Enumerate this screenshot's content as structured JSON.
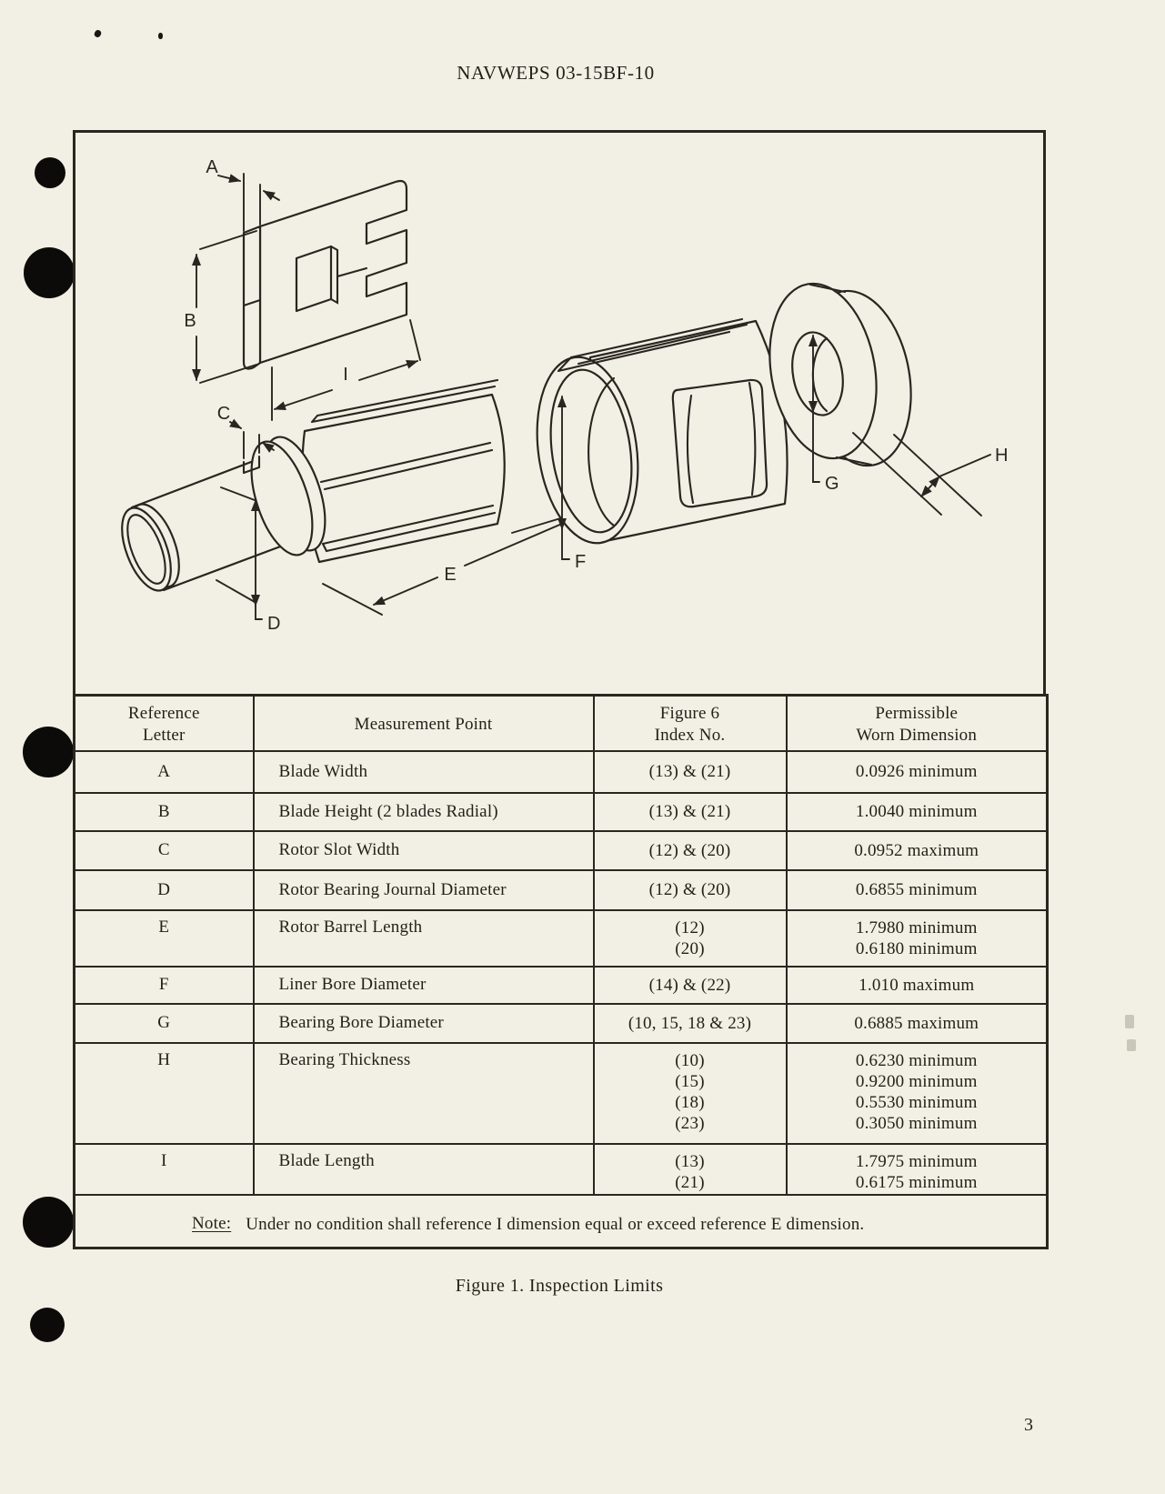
{
  "page": {
    "header": "NAVWEPS 03-15BF-10",
    "caption": "Figure 1.  Inspection Limits",
    "page_number": "3"
  },
  "colors": {
    "paper": "#f2efe4",
    "ink": "#2a2520"
  },
  "drawing": {
    "labels": {
      "a": "A",
      "b": "B",
      "c": "C",
      "d": "D",
      "e": "E",
      "f": "F",
      "g": "G",
      "h": "H",
      "i": "I"
    }
  },
  "table": {
    "headers": [
      {
        "line1": "Reference",
        "line2": "Letter"
      },
      {
        "line1": "",
        "line2": "Measurement Point"
      },
      {
        "line1": "Figure 6",
        "line2": "Index No."
      },
      {
        "line1": "Permissible",
        "line2": "Worn Dimension"
      }
    ],
    "rows": [
      {
        "ref": "A",
        "point": "Blade Width",
        "index": [
          "(13) & (21)"
        ],
        "worn": [
          "0.0926 minimum"
        ]
      },
      {
        "ref": "B",
        "point": "Blade Height (2 blades Radial)",
        "index": [
          "(13) & (21)"
        ],
        "worn": [
          "1.0040 minimum"
        ]
      },
      {
        "ref": "C",
        "point": "Rotor Slot Width",
        "index": [
          "(12) & (20)"
        ],
        "worn": [
          "0.0952 maximum"
        ]
      },
      {
        "ref": "D",
        "point": "Rotor Bearing Journal Diameter",
        "index": [
          "(12) & (20)"
        ],
        "worn": [
          "0.6855 minimum"
        ]
      },
      {
        "ref": "E",
        "point": "Rotor Barrel Length",
        "index": [
          "(12)",
          "(20)"
        ],
        "worn": [
          "1.7980 minimum",
          "0.6180 minimum"
        ]
      },
      {
        "ref": "F",
        "point": "Liner Bore Diameter",
        "index": [
          "(14) & (22)"
        ],
        "worn": [
          "1.010 maximum"
        ]
      },
      {
        "ref": "G",
        "point": "Bearing Bore Diameter",
        "index": [
          "(10, 15, 18 & 23)"
        ],
        "worn": [
          "0.6885 maximum"
        ]
      },
      {
        "ref": "H",
        "point": "Bearing Thickness",
        "index": [
          "(10)",
          "(15)",
          "(18)",
          "(23)"
        ],
        "worn": [
          "0.6230 minimum",
          "0.9200 minimum",
          "0.5530 minimum",
          "0.3050 minimum"
        ]
      },
      {
        "ref": "I",
        "point": "Blade Length",
        "index": [
          "(13)",
          "(21)"
        ],
        "worn": [
          "1.7975 minimum",
          "0.6175 minimum"
        ]
      }
    ],
    "note_label": "Note:",
    "note_text": "Under no condition shall reference I dimension equal or exceed reference E dimension."
  }
}
